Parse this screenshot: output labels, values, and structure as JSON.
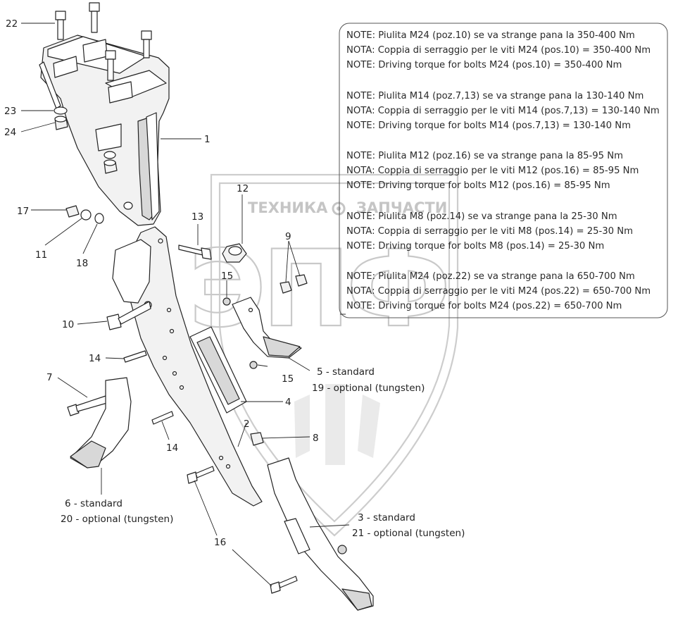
{
  "notes": [
    {
      "ro": "NOTE: Piulita M24 (poz.10) se va strange pana la 350-400 Nm",
      "it": "NOTA: Coppia di serraggio per le viti M24 (pos.10) = 350-400 Nm",
      "en": "NOTE: Driving torque for bolts M24 (pos.10) = 350-400 Nm"
    },
    {
      "ro": "NOTE: Piulita M14 (poz.7,13) se va strange pana la 130-140 Nm",
      "it": "NOTA: Coppia di serraggio per le viti M14 (pos.7,13) = 130-140 Nm",
      "en": "NOTE: Driving torque for bolts M14 (pos.7,13) = 130-140 Nm"
    },
    {
      "ro": "NOTE: Piulita M12 (poz.16) se va strange pana la 85-95 Nm",
      "it": "NOTA: Coppia di serraggio per le viti M12 (pos.16) = 85-95 Nm",
      "en": "NOTE: Driving torque for bolts M12 (pos.16) = 85-95 Nm"
    },
    {
      "ro": "NOTE: Piulita M8 (poz.14) se va strange pana la 25-30 Nm",
      "it": "NOTA: Coppia di serraggio per le viti M8 (pos.14) = 25-30 Nm",
      "en": "NOTE: Driving torque for bolts M8 (pos.14) = 25-30 Nm"
    },
    {
      "ro": "NOTE: Piulita M24 (poz.22) se va strange pana la 650-700 Nm",
      "it": "NOTA: Coppia di serraggio per le viti M24 (pos.22) = 650-700 Nm",
      "en": "NOTE: Driving torque for bolts M24 (pos.22) = 650-700 Nm"
    }
  ],
  "labels": {
    "p22": "22",
    "p23": "23",
    "p24": "24",
    "p1": "1",
    "p17": "17",
    "p11": "11",
    "p18": "18",
    "p13": "13",
    "p12": "12",
    "p9": "9",
    "p15a": "15",
    "p10": "10",
    "p14a": "14",
    "p7": "7",
    "p14b": "14",
    "p15b": "15",
    "p4": "4",
    "p2": "2",
    "p8": "8",
    "p16": "16",
    "p5_std": "5 - standard",
    "p19_opt": "19 - optional (tungsten)",
    "p6_std": "6 - standard",
    "p20_opt": "20 - optional (tungsten)",
    "p3_std": "3 - standard",
    "p21_opt": "21 - optional (tungsten)"
  },
  "watermark": {
    "line1_left": "ТЕХНИКА",
    "line1_right": "ЗАПЧАСТИ",
    "logo_text": "ЭПФ"
  }
}
